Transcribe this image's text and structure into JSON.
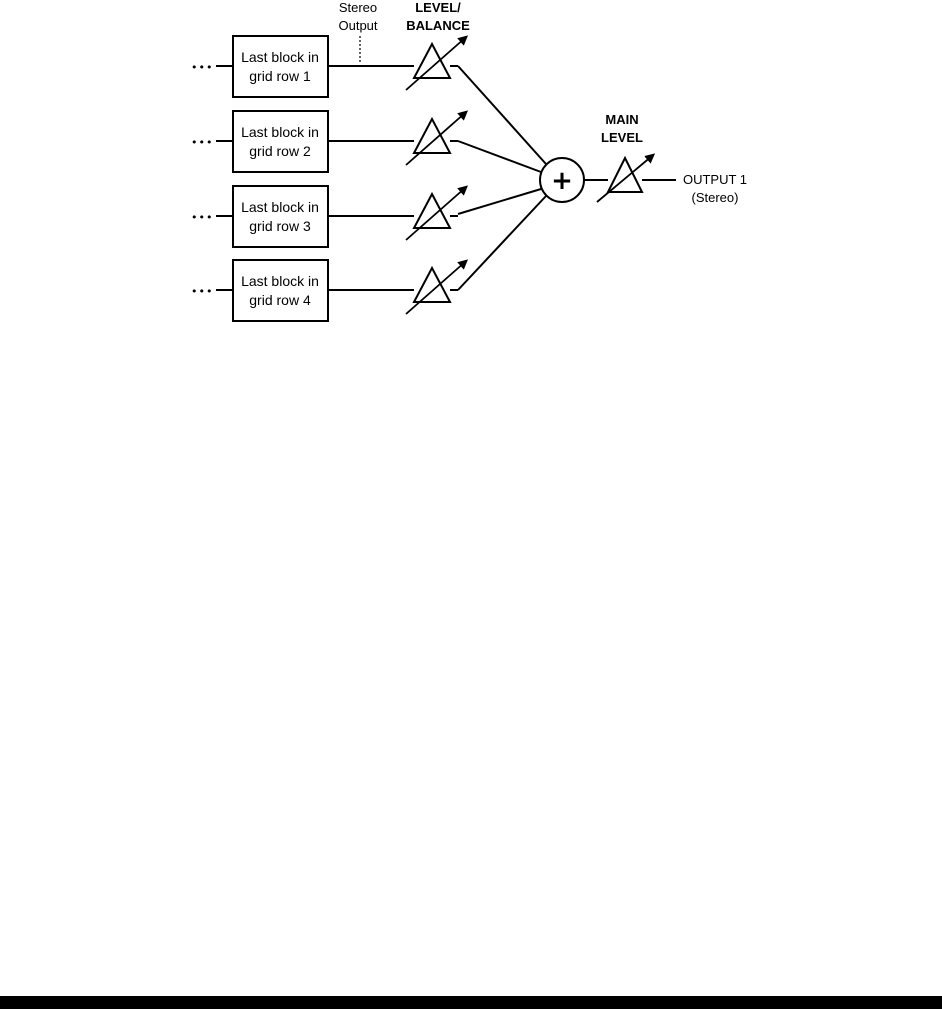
{
  "labels": {
    "stereo_output_line1": "Stereo",
    "stereo_output_line2": "Output",
    "level_balance_line1": "LEVEL/",
    "level_balance_line2": "BALANCE",
    "main_level_line1": "MAIN",
    "main_level_line2": "LEVEL",
    "output_line1": "OUTPUT 1",
    "output_line2": "(Stereo)",
    "ellipsis": "•••"
  },
  "blocks": [
    {
      "line1": "Last block in",
      "line2": "grid row 1"
    },
    {
      "line1": "Last block in",
      "line2": "grid row 2"
    },
    {
      "line1": "Last block in",
      "line2": "grid row 3"
    },
    {
      "line1": "Last block in",
      "line2": "grid row 4"
    }
  ],
  "summing_symbol": "+"
}
